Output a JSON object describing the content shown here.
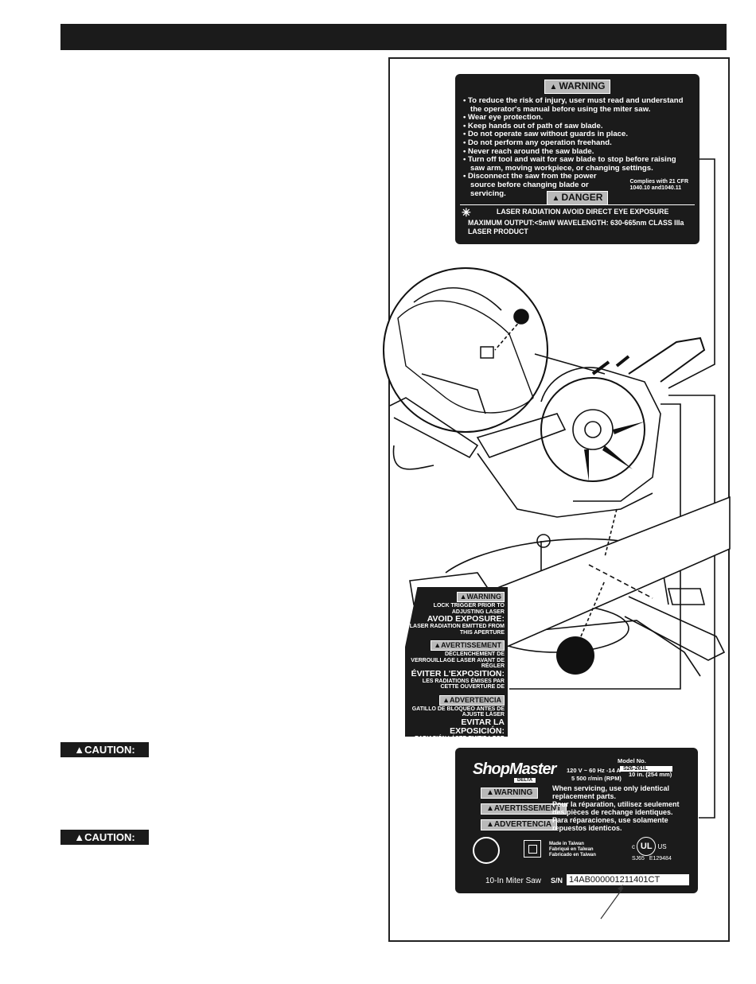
{
  "warning_label": {
    "heading": "WARNING",
    "bullets": [
      "To reduce the risk of injury, user must read and understand the operator's manual before using the miter saw.",
      "Wear eye protection.",
      "Keep hands out of path of saw blade.",
      "Do not operate saw without guards in place.",
      "Do not perform any operation freehand.",
      "Never reach around the saw blade.",
      "Turn off tool and wait for saw blade to stop before raising saw arm, moving workpiece, or changing settings.",
      "Disconnect the saw from the power source before changing blade or servicing."
    ],
    "complies_line1": "Complies with 21 CFR",
    "complies_line2": "1040.10 and1040.11",
    "danger_heading": "DANGER",
    "laser_line1": "LASER RADIATION AVOID DIRECT EYE EXPOSURE",
    "laser_line2": "MAXIMUM OUTPUT:<5mW WAVELENGTH: 630-665nm CLASS IIIa LASER PRODUCT"
  },
  "laser_label": {
    "warning": "WARNING",
    "warning_text": "LOCK TRIGGER PRIOR TO ADJUSTING LASER",
    "avoid": "AVOID EXPOSURE:",
    "avoid_text": "LASER RADIATION EMITTED FROM THIS APERTURE",
    "avertissement": "AVERTISSEMENT",
    "avert_text": "DÉCLENCHEMENT DE VERROUILLAGE LASER AVANT DE RÉGLER",
    "eviter": "ÉVITER L'EXPOSITION:",
    "eviter_text": "LES RADIATIONS ÉMISES PAR CETTE OUVERTURE DE",
    "advertencia": "ADVERTENCIA",
    "advert_text": "GATILLO DE BLOQUEO ANTES DE AJUSTE LÁSER",
    "evitar": "EVITAR LA EXPOSICIÓN:",
    "evitar_text": "RADIACIÓN LÁSER EMITIDA POR ESTA ABERTURA"
  },
  "saw_label": {
    "brand": "ShopMaster",
    "sub_brand": "DELTA",
    "model_prefix": "Model No.",
    "model_no": "S26-261L",
    "electrical": "120 V ~ 60 Hz -14 A",
    "speed": "5 500 r/min (RPM)",
    "size": "10 in. (254 mm)",
    "tag_warning": "WARNING",
    "tag_avert": "AVERTISSEMENT",
    "tag_advert": "ADVERTENCIA",
    "svc_en": "When servicing, use only identical replacement parts.",
    "svc_fr": "Pour la réparation, utilisez seulement des pièces de rechange identiques.",
    "svc_es": "Para réparaciones, use solamente repuestos identicos.",
    "made_en": "Made in Taiwan",
    "made_fr": "Fabriqué en Taïwan",
    "made_es": "Fabricado en Taiwan",
    "ul_c": "c",
    "ul_mark": "UL",
    "ul_us": "US",
    "cert_code": "SJ65",
    "cert_no": "E129484",
    "saw_name": "10-In Miter Saw",
    "sn_label": "S/N",
    "serial": "14AB000001211401CT"
  },
  "caution_label": "CAUTION:"
}
